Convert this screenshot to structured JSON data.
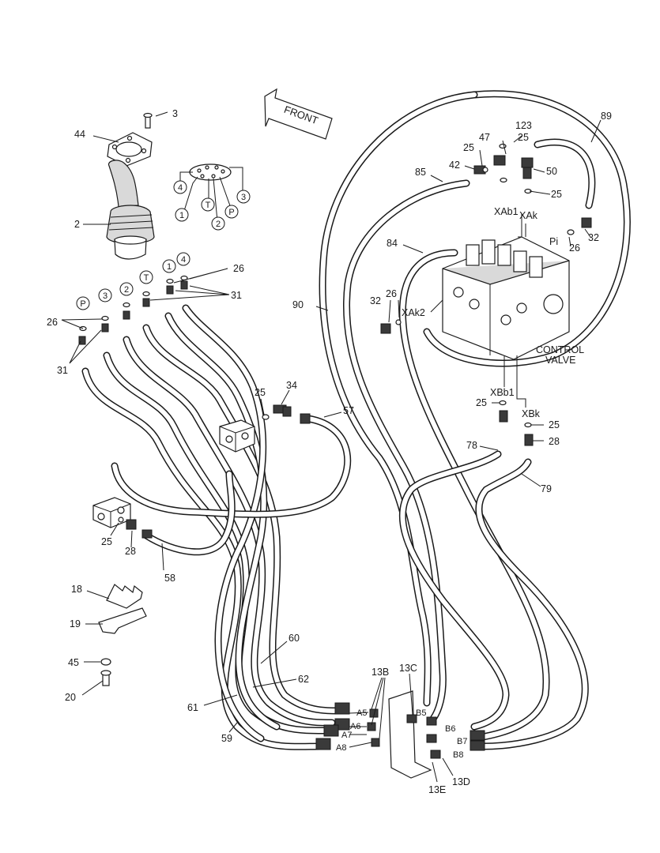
{
  "labels": {
    "front": "FRONT",
    "control_valve_1": "CONTROL",
    "control_valve_2": "VALVE",
    "n3": "3",
    "n44": "44",
    "n2": "2",
    "n26a": "26",
    "n31a": "31",
    "n26b": "26",
    "n31b": "31",
    "n25a": "25",
    "n34": "34",
    "n57": "57",
    "n25b": "25",
    "n28a": "28",
    "n58": "58",
    "n18": "18",
    "n19": "19",
    "n45": "45",
    "n20": "20",
    "n60": "60",
    "n62": "62",
    "n61": "61",
    "n59": "59",
    "n90": "90",
    "n85": "85",
    "n84": "84",
    "n89": "89",
    "n47": "47",
    "n123": "123",
    "n25c": "25",
    "n25d": "25",
    "n42": "42",
    "n50": "50",
    "n25e": "25",
    "n32a": "32",
    "n26c": "26",
    "n32b": "32",
    "n26d": "26",
    "n25f": "25",
    "n25g": "25",
    "n28b": "28",
    "n78": "78",
    "n79": "79",
    "n13B": "13B",
    "n13C": "13C",
    "n13D": "13D",
    "n13E": "13E"
  },
  "ports": {
    "xab1": "XAb1",
    "xak": "XAk",
    "pi": "Pi",
    "xak2": "XAk2",
    "xbb1": "XBb1",
    "xbk": "XBk",
    "a5": "A5",
    "a6": "A6",
    "a7": "A7",
    "a8": "A8",
    "b5": "B5",
    "b6": "B6",
    "b7": "B7",
    "b8": "B8"
  },
  "pattern_circles": {
    "p1": "1",
    "p2": "2",
    "p3": "3",
    "p4": "4",
    "pT": "T",
    "pP": "P",
    "c1": "1",
    "c4": "4",
    "cT": "T",
    "c2": "2",
    "c3": "3",
    "cP": "P"
  }
}
